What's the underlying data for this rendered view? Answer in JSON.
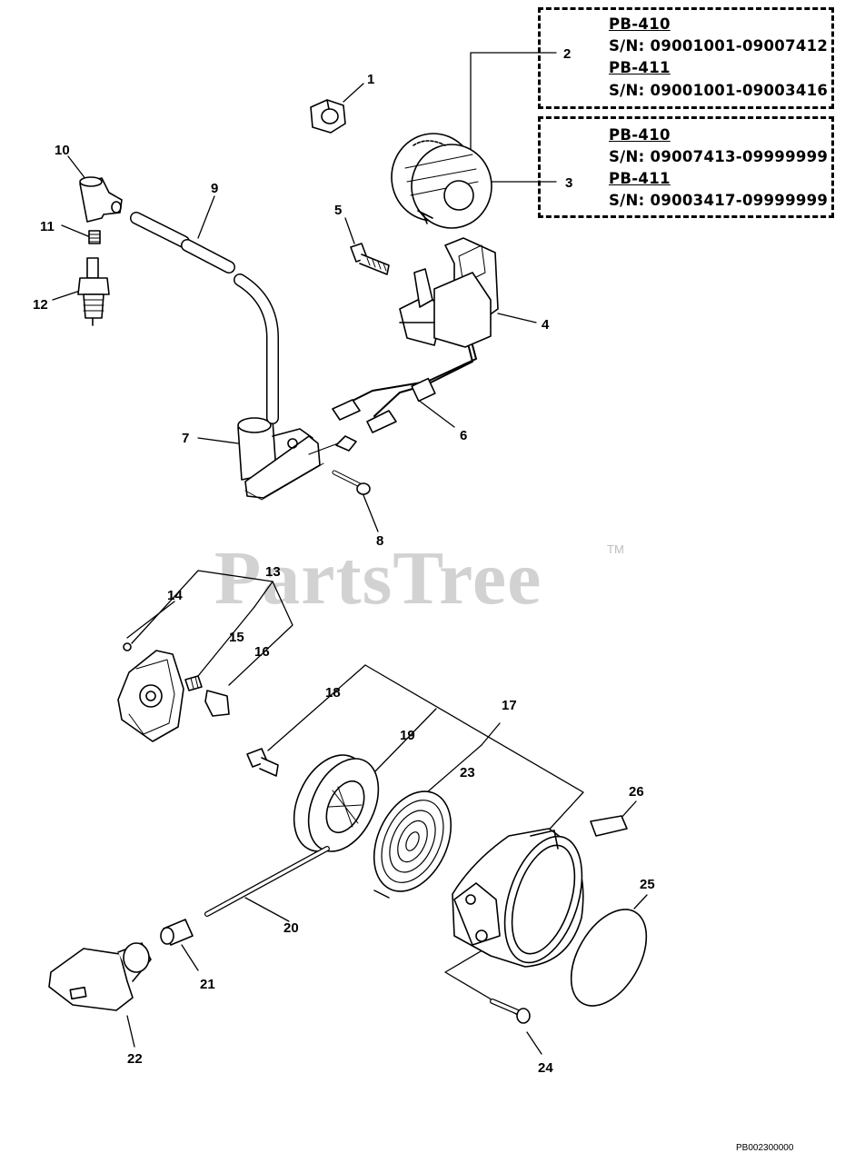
{
  "watermark": {
    "text": "PartsTree",
    "tm": "TM"
  },
  "doc_id": "PB002300000",
  "serial_boxes": [
    {
      "model_a": "PB-410",
      "serial_a": "S/N: 09001001-09007412",
      "model_b": "PB-411",
      "serial_b": "S/N: 09001001-09003416"
    },
    {
      "model_a": "PB-410",
      "serial_a": "S/N: 09007413-09999999",
      "model_b": "PB-411",
      "serial_b": "S/N: 09003417-09999999"
    }
  ],
  "callouts": {
    "c1": "1",
    "c2": "2",
    "c3": "3",
    "c4": "4",
    "c5": "5",
    "c6": "6",
    "c7": "7",
    "c8": "8",
    "c9": "9",
    "c10": "10",
    "c11": "11",
    "c12": "12",
    "c13": "13",
    "c14": "14",
    "c15": "15",
    "c16": "16",
    "c17": "17",
    "c18": "18",
    "c19": "19",
    "c20": "20",
    "c21": "21",
    "c22": "22",
    "c23": "23",
    "c24": "24",
    "c25": "25",
    "c26": "26"
  }
}
